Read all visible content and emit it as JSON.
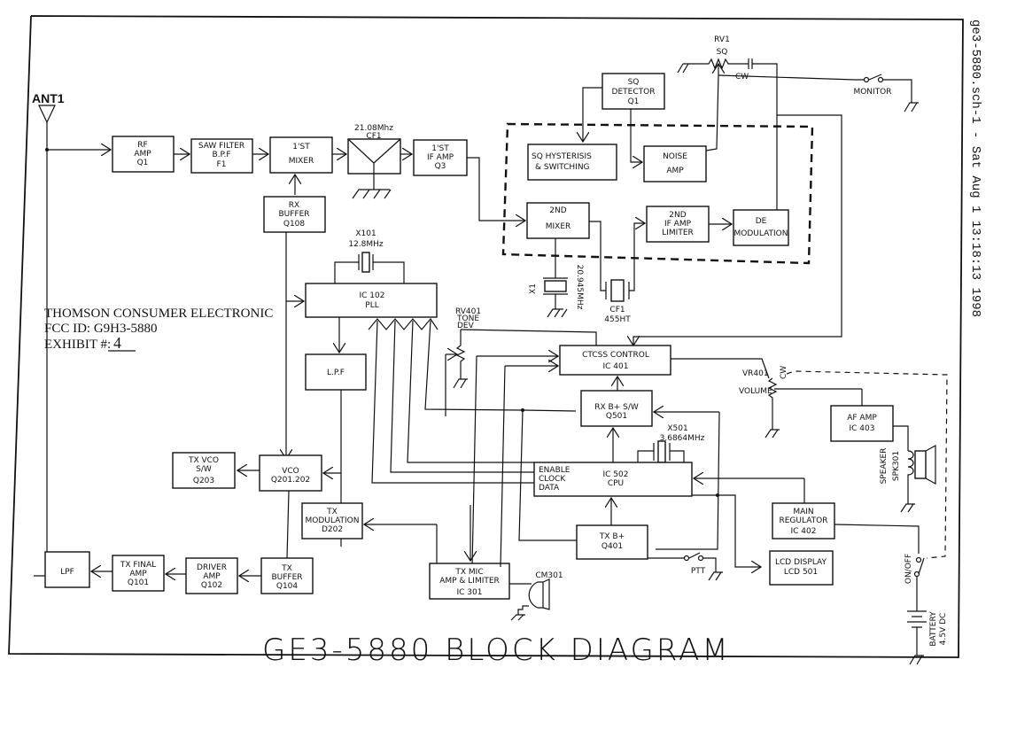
{
  "title": "GE3-5880 BLOCK DIAGRAM",
  "side_stamp": "ge3-5880.sch-1 - Sat Aug  1 13:18:13 1998",
  "fcc_note": {
    "company": "THOMSON CONSUMER ELECTRONIC",
    "fcc_id": "FCC ID:  G9H3-5880",
    "exhibit_label": "EXHIBIT #:",
    "exhibit_value": "4"
  },
  "antenna": "ANT1",
  "blocks": {
    "rf_amp": [
      "RF",
      "AMP",
      "Q1"
    ],
    "saw_filter": [
      "SAW FILTER",
      "B.P.F",
      "F1"
    ],
    "first_mixer": [
      "1'ST",
      "MIXER"
    ],
    "cf1_21": [
      "21.08Mhz",
      "CF1"
    ],
    "first_if_amp": [
      "1'ST",
      "IF AMP",
      "Q3"
    ],
    "rx_buffer": [
      "RX",
      "BUFFER",
      "Q108"
    ],
    "sq_detector": [
      "SQ",
      "DETECTOR",
      "Q1"
    ],
    "sq_hysterisis": [
      "SQ HYSTERISIS",
      "& SWITCHING"
    ],
    "noise_amp": [
      "NOISE",
      "AMP"
    ],
    "second_mixer": [
      "2ND",
      "MIXER"
    ],
    "second_if_amp": [
      "2ND",
      "IF AMP",
      "LIMITER"
    ],
    "demodulation": [
      "DE",
      "MODULATION"
    ],
    "pll": [
      "IC 102",
      "PLL"
    ],
    "lpf_pll": [
      "L.P.F"
    ],
    "ctcss": [
      "CTCSS  CONTROL",
      "IC 401"
    ],
    "rx_bsw": [
      "RX  B+  S/W",
      "Q501"
    ],
    "cpu": [
      "IC 502",
      "CPU"
    ],
    "cpu_pins": [
      "ENABLE",
      "CLOCK",
      "DATA"
    ],
    "tx_bplus": [
      "TX  B+",
      "Q401"
    ],
    "tx_vco_sw": [
      "TX  VCO",
      "S/W",
      "Q203"
    ],
    "vco": [
      "VCO",
      "Q201.202"
    ],
    "tx_modulation": [
      "TX",
      "MODULATION",
      "D202"
    ],
    "lpf_tx": [
      "LPF"
    ],
    "tx_final_amp": [
      "TX  FINAL",
      "AMP",
      "Q101"
    ],
    "driver_amp": [
      "DRIVER",
      "AMP",
      "Q102"
    ],
    "tx_buffer": [
      "TX",
      "BUFFER",
      "Q104"
    ],
    "tx_mic_amp": [
      "TX  MIC",
      "AMP  &  LIMITER",
      "IC  301"
    ],
    "af_amp": [
      "AF  AMP",
      "IC  403"
    ],
    "main_regulator": [
      "MAIN",
      "REGULATOR",
      "IC  402"
    ],
    "lcd_display": [
      "LCD  DISPLAY",
      "LCD  501"
    ]
  },
  "components": {
    "rv1": [
      "RV1",
      "SQ",
      "CW"
    ],
    "monitor": "MONITOR",
    "x101": [
      "X101",
      "12.8MHz"
    ],
    "x1": [
      "X1",
      "20.945MHz"
    ],
    "cf1_455": [
      "CF1",
      "455HT"
    ],
    "rv401": [
      "RV401",
      "TONE",
      "DEV"
    ],
    "vr401": [
      "VR401",
      "VOLUME",
      "CW"
    ],
    "x501": [
      "X501",
      "3.6864MHz"
    ],
    "speaker": [
      "SPEAKER",
      "SPK301"
    ],
    "cm301": "CM301",
    "ptt": "PTT",
    "onoff": "ON/OFF",
    "battery": [
      "BATTERY",
      "4.5V DC"
    ]
  }
}
